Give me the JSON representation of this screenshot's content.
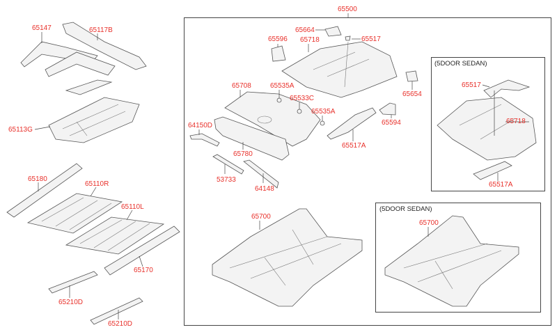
{
  "colors": {
    "label": "#e8302a",
    "outline": "#444444",
    "part_fill": "#f3f3f3"
  },
  "group_label": "65500",
  "labels": {
    "p65147": "65147",
    "p65117B": "65117B",
    "p65113G": "65113G",
    "p65664": "65664",
    "p65596": "65596",
    "p65718": "65718",
    "p65517": "65517",
    "p65708": "65708",
    "p65535A_1": "65535A",
    "p65533C": "65533C",
    "p65535A_2": "65535A",
    "p65654": "65654",
    "p65594": "65594",
    "p64150D": "64150D",
    "p65517A": "65517A",
    "p65780": "65780",
    "p53733": "53733",
    "p64148": "64148",
    "p65180": "65180",
    "p65110R": "65110R",
    "p65110L": "65110L",
    "p65170": "65170",
    "p65210D_1": "65210D",
    "p65210D_2": "65210D",
    "p65700": "65700"
  },
  "sedan_box_1": {
    "caption": "(5DOOR SEDAN)",
    "p65517": "65517",
    "p65718": "65718",
    "p65517A": "65517A"
  },
  "sedan_box_2": {
    "caption": "(5DOOR SEDAN)",
    "p65700": "65700"
  }
}
